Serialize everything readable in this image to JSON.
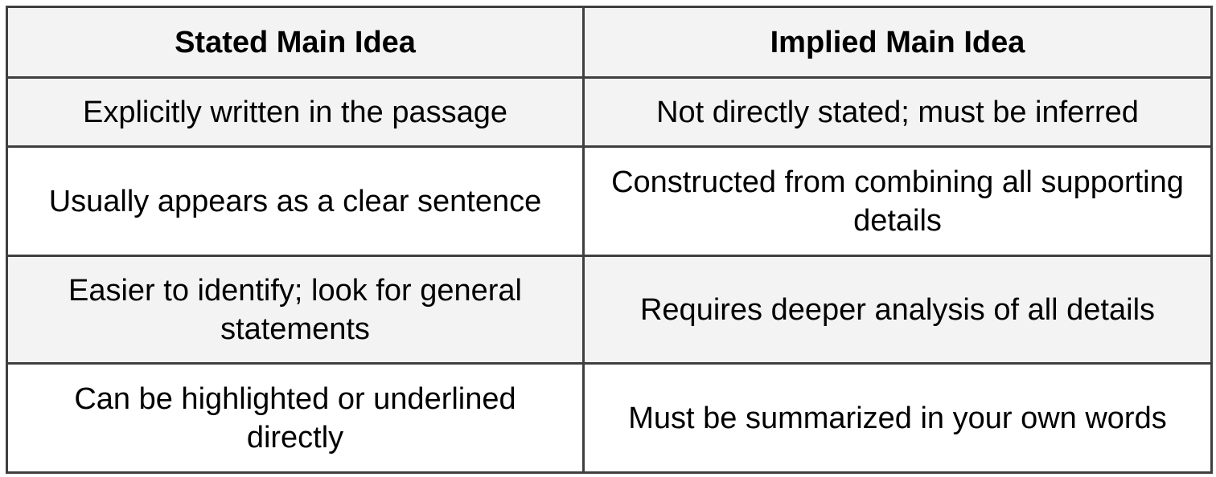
{
  "table": {
    "headers": [
      "Stated Main Idea",
      "Implied Main Idea"
    ],
    "rows": [
      [
        "Explicitly written in the passage",
        "Not directly stated; must be inferred"
      ],
      [
        "Usually appears as a clear sentence",
        "Constructed from combining all supporting details"
      ],
      [
        "Easier to identify; look for general statements",
        "Requires deeper analysis of all details"
      ],
      [
        "Can be highlighted or underlined directly",
        "Must be summarized in your own words"
      ]
    ]
  },
  "colors": {
    "border": "#3f3f3f",
    "shaded_row": "#f3f3f3",
    "plain_row": "#ffffff",
    "text": "#000000"
  }
}
